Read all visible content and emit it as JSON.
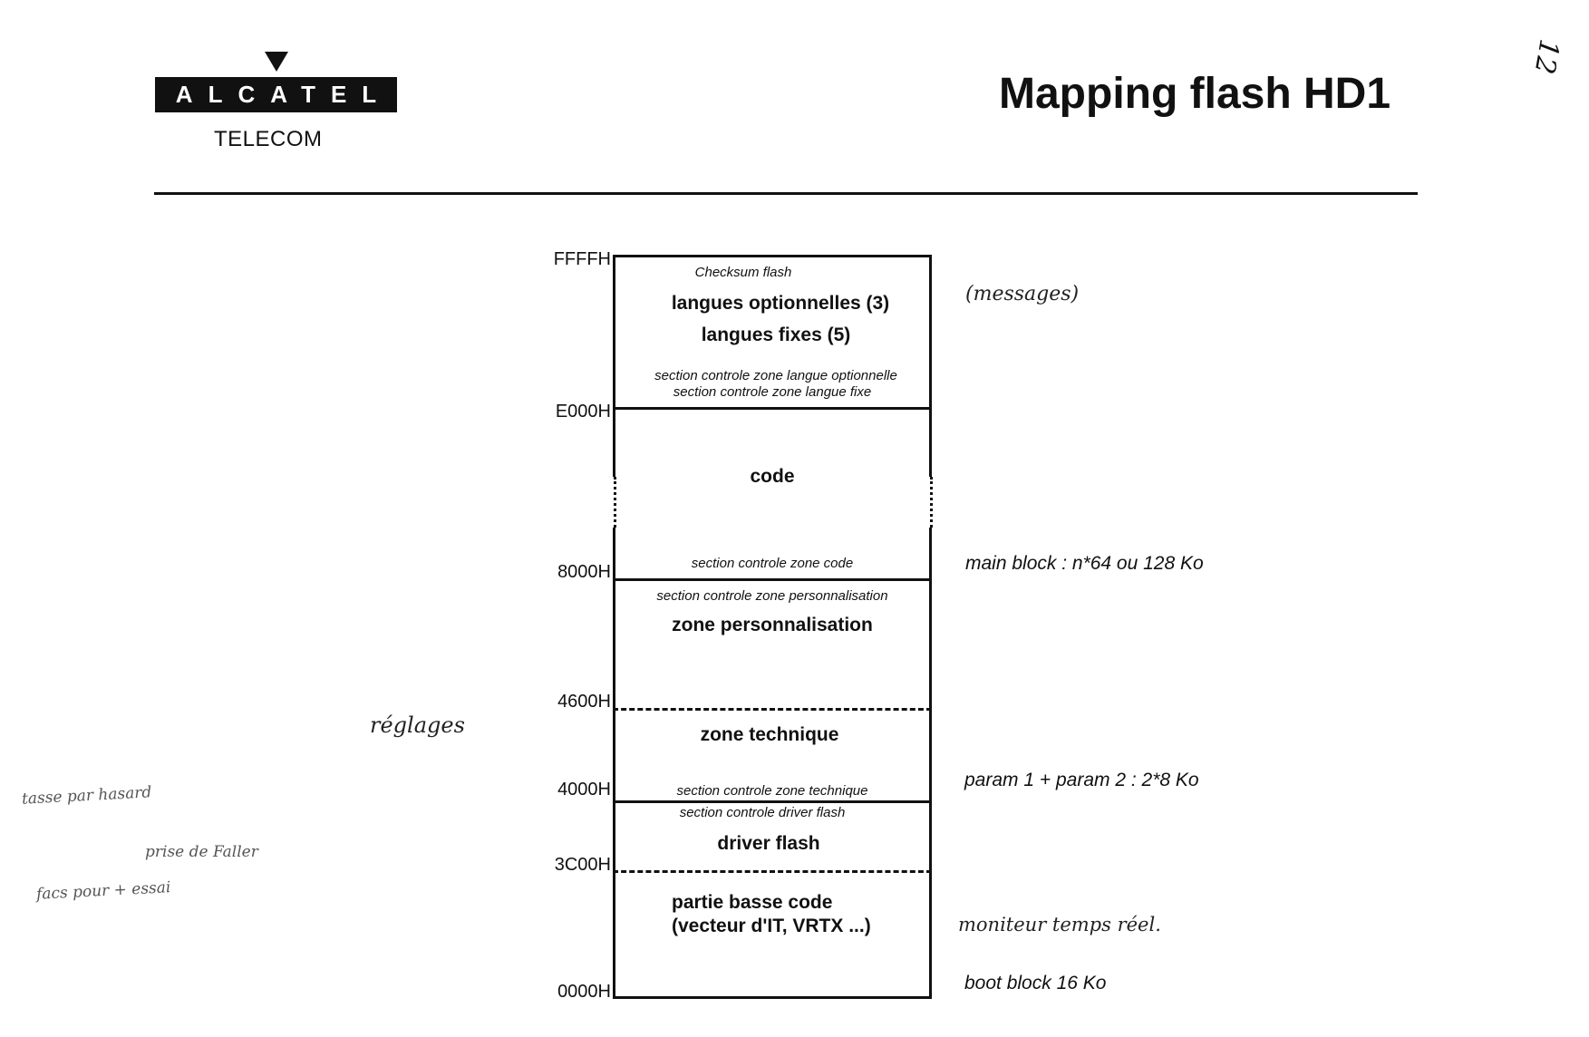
{
  "header": {
    "logo_text": "ALCATEL",
    "logo_subtext": "TELECOM",
    "title": "Mapping flash HD1",
    "page_number": "12"
  },
  "addresses": [
    "FFFFH",
    "E000H",
    "8000H",
    "4600H",
    "4000H",
    "3C00H",
    "0000H"
  ],
  "memory_map": {
    "checksum": "Checksum flash",
    "lang_opt": "langues optionnelles (3)",
    "lang_fixed": "langues fixes (5)",
    "ctrl_lang_opt": "section controle zone langue optionnelle",
    "ctrl_lang_fixed": "section controle zone langue fixe",
    "code": "code",
    "ctrl_code": "section controle zone code",
    "ctrl_perso": "section controle zone personnalisation",
    "perso": "zone personnalisation",
    "tech": "zone technique",
    "ctrl_tech": "section controle zone technique",
    "ctrl_driver": "section controle driver flash",
    "driver": "driver flash",
    "low_code_1": "partie basse code",
    "low_code_2": "(vecteur d'IT, VRTX ...)"
  },
  "notes": {
    "main_block": "main block : n*64 ou 128 Ko",
    "param": "param 1 + param 2 : 2*8 Ko",
    "boot_block": "boot block 16 Ko"
  },
  "handwritten": {
    "messages": "(messages)",
    "reglages": "réglages",
    "moniteur": "moniteur temps réel.",
    "left_1": "tasse par hasard",
    "left_2": "prise de Faller",
    "left_3": "facs pour + essai"
  }
}
